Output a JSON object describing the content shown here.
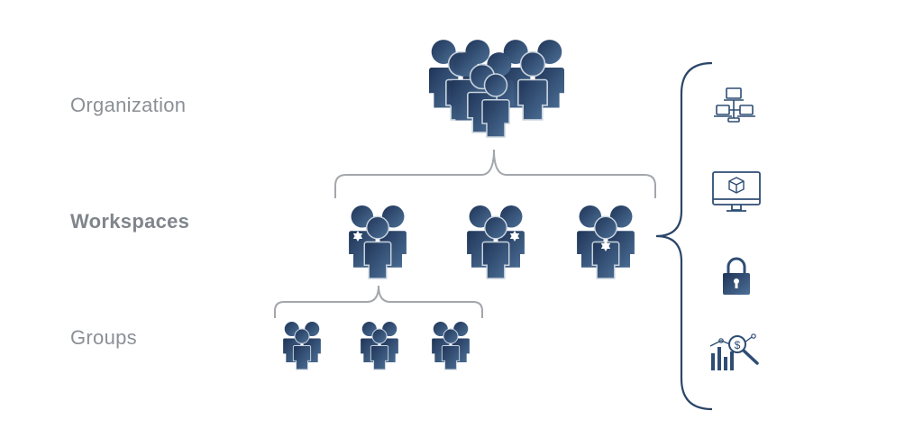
{
  "levels": {
    "organization": "Organization",
    "workspaces": "Workspaces",
    "groups": "Groups"
  },
  "features": [
    {
      "icon": "network-computers-icon"
    },
    {
      "icon": "monitor-cube-icon"
    },
    {
      "icon": "padlock-icon"
    },
    {
      "icon": "cost-analytics-icon"
    }
  ],
  "colors": {
    "icon_dark": "#1f3457",
    "icon_light": "#4d7097",
    "brace_gray": "#a3a7ab",
    "brace_navy": "#2b4668",
    "label_gray": "#8b9096"
  }
}
